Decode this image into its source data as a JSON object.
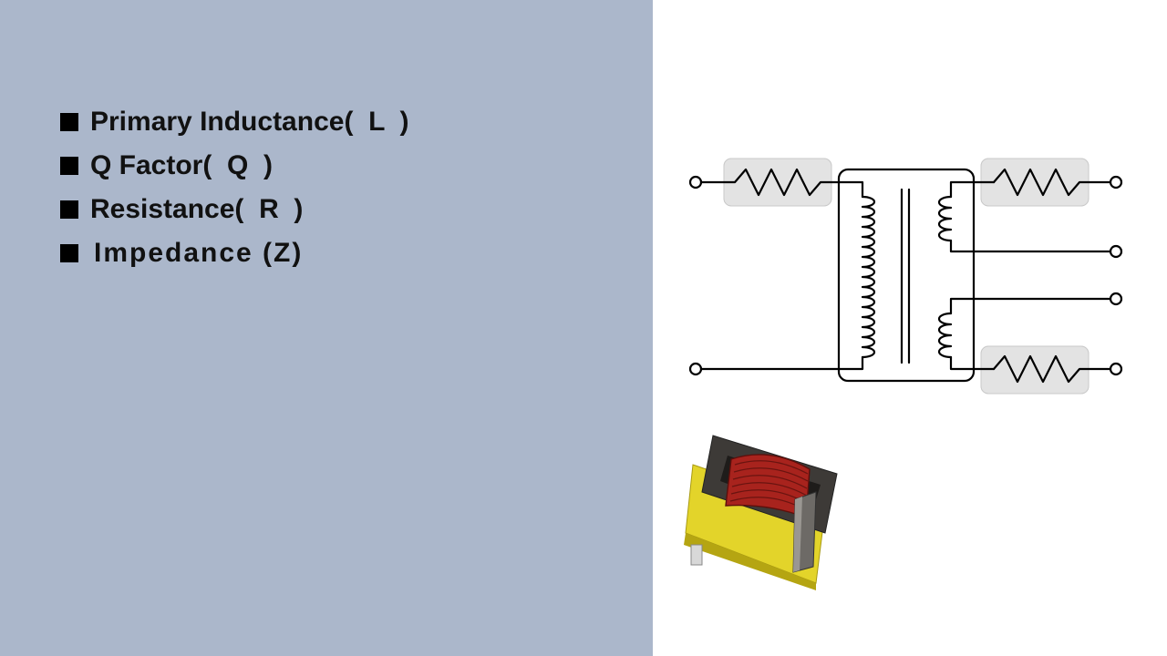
{
  "slide": {
    "background_left": "#abb7cb",
    "background_right": "#ffffff",
    "bullets": [
      {
        "text": "Primary Inductance(  L  )"
      },
      {
        "text": "Q Factor(  Q  )"
      },
      {
        "text": "Resistance(  R  )"
      },
      {
        "text": "Impedance (Z)"
      }
    ]
  },
  "diagram": {
    "components": [
      "terminal-icon",
      "resistor-icon",
      "transformer-core",
      "primary-coil",
      "secondary-coil",
      "inductor-component-photo"
    ],
    "resistor_box_color": "#e3e3e3"
  }
}
